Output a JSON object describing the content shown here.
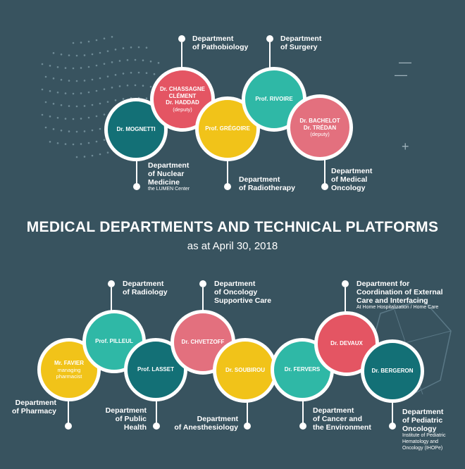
{
  "title": "MEDICAL DEPARTMENTS AND TECHNICAL PLATFORMS",
  "subtitle": "as at April 30, 2018",
  "colors": {
    "background": "#38535f",
    "red": "#e45563",
    "teal_dark": "#137076",
    "yellow": "#f1c319",
    "teal_light": "#2fb8a6",
    "pink": "#e3707e"
  },
  "top": {
    "mognetti": {
      "name": "Dr. MOGNETTI",
      "dept_line1": "Department",
      "dept_line2": "of Nuclear",
      "dept_line3": "Medicine",
      "dept_sub": "the LUMEN Center"
    },
    "chassagne": {
      "name_line1": "Dr. CHASSAGNE",
      "name_line2": "CLÉMENT",
      "name_line3": "Dr. HADDAD",
      "name_sub": "(deputy)",
      "dept_line1": "Department",
      "dept_line2": "of Pathobiology"
    },
    "gregoire": {
      "name": "Prof. GRÉGOIRE",
      "dept_line1": "Department",
      "dept_line2": "of Radiotherapy"
    },
    "rivoire": {
      "name": "Prof. RIVOIRE",
      "dept_line1": "Department",
      "dept_line2": "of Surgery"
    },
    "bachelot": {
      "name_line1": "Dr. BACHELOT",
      "name_line2": "Dr. TRÉDAN",
      "name_sub": "(deputy)",
      "dept_line1": "Department",
      "dept_line2": "of Medical",
      "dept_line3": "Oncology"
    }
  },
  "bottom": {
    "favier": {
      "name_line1": "Mr. FAVIER",
      "name_line2": "managing",
      "name_line3": "pharmacist",
      "dept_line1": "Department",
      "dept_line2": "of Pharmacy"
    },
    "pilleul": {
      "name": "Prof. PILLEUL",
      "dept_line1": "Department",
      "dept_line2": "of Radiology"
    },
    "lasset": {
      "name": "Prof. LASSET",
      "dept_line1": "Department",
      "dept_line2": "of Public",
      "dept_line3": "Health"
    },
    "chvetzoff": {
      "name": "Dr. CHVETZOFF",
      "dept_line1": "Department",
      "dept_line2": "of Oncology",
      "dept_line3": "Supportive Care"
    },
    "soubirou": {
      "name": "Dr. SOUBIROU",
      "dept_line1": "Department",
      "dept_line2": "of Anesthesiology"
    },
    "fervers": {
      "name": "Dr. FERVERS",
      "dept_line1": "Department",
      "dept_line2": "of Cancer and",
      "dept_line3": "the Environment"
    },
    "devaux": {
      "name": "Dr. DEVAUX",
      "dept_line1": "Department for",
      "dept_line2": "Coordination of External",
      "dept_line3": "Care and Interfacing",
      "dept_sub": "At Home Hospitalization / Home Care"
    },
    "bergeron": {
      "name": "Dr. BERGERON",
      "dept_line1": "Department",
      "dept_line2": "of Pediatric",
      "dept_line3": "Oncology",
      "dept_sub1": "Institute of Pediatric",
      "dept_sub2": "Hematology and",
      "dept_sub3": "Oncology (IHOPe)"
    }
  }
}
